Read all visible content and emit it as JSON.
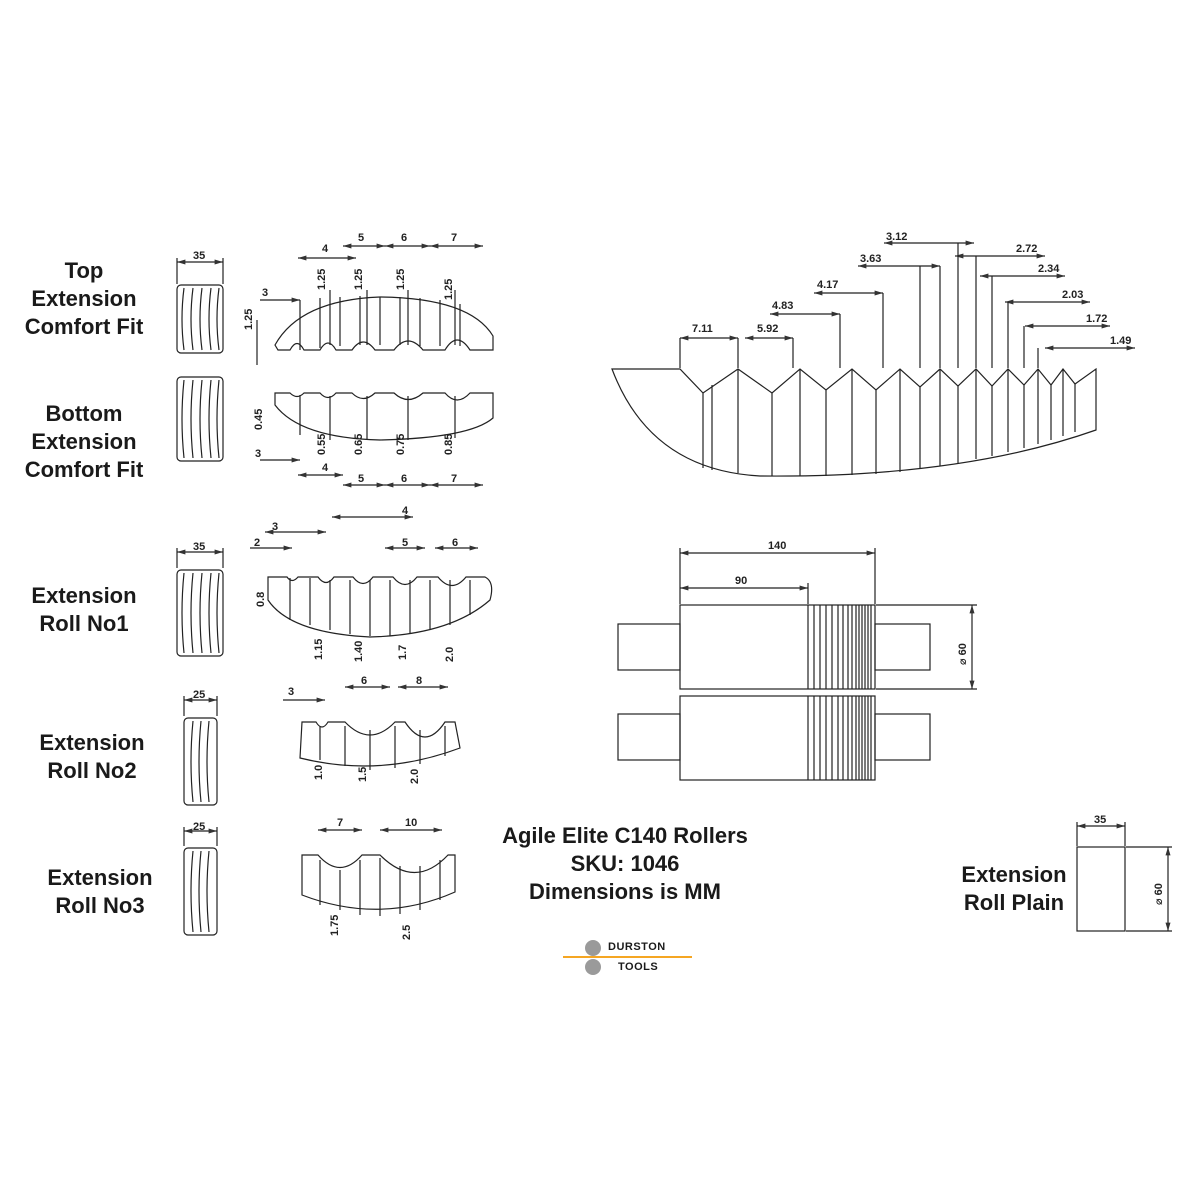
{
  "labels": {
    "top_extension": [
      "Top",
      "Extension",
      "Comfort Fit"
    ],
    "bottom_extension": [
      "Bottom",
      "Extension",
      "Comfort Fit"
    ],
    "roll_no1": [
      "Extension",
      "Roll No1"
    ],
    "roll_no2": [
      "Extension",
      "Roll No2"
    ],
    "roll_no3": [
      "Extension",
      "Roll No3"
    ],
    "roll_plain": [
      "Extension",
      "Roll Plain"
    ]
  },
  "title": {
    "line1": "Agile Elite C140 Rollers",
    "line2": "SKU: 1046",
    "line3": "Dimensions is MM"
  },
  "logo": {
    "line1": "DURSTON",
    "line2": "TOOLS",
    "accent": "#f5a623",
    "dot": "#9a9a9a"
  },
  "dims": {
    "top_width": "35",
    "top_widths": [
      "3",
      "4",
      "5",
      "6",
      "7"
    ],
    "top_depths": [
      "1.25",
      "1.25",
      "1.25",
      "1.25",
      "1.25"
    ],
    "bottom_widths": [
      "3",
      "4",
      "5",
      "6",
      "7"
    ],
    "bottom_depths": [
      "0.45",
      "0.55",
      "0.65",
      "0.75",
      "0.85"
    ],
    "roll1_width": "35",
    "roll1_widths": [
      "2",
      "3",
      "4",
      "5",
      "6"
    ],
    "roll1_depths": [
      "0.8",
      "1.15",
      "1.40",
      "1.7",
      "2.0"
    ],
    "roll2_width": "25",
    "roll2_widths": [
      "3",
      "6",
      "8"
    ],
    "roll2_depths": [
      "1.0",
      "1.5",
      "2.0"
    ],
    "roll3_width": "25",
    "roll3_widths": [
      "7",
      "10"
    ],
    "roll3_depths": [
      "1.75",
      "2.5"
    ],
    "large_profile": [
      "7.11",
      "5.92",
      "4.83",
      "4.17",
      "3.63",
      "3.12",
      "2.72",
      "2.34",
      "2.03",
      "1.72",
      "1.49"
    ],
    "shaft_length": "140",
    "shaft_body": "90",
    "shaft_diameter": "⌀ 60",
    "plain_width": "35",
    "plain_diameter": "⌀ 60"
  }
}
